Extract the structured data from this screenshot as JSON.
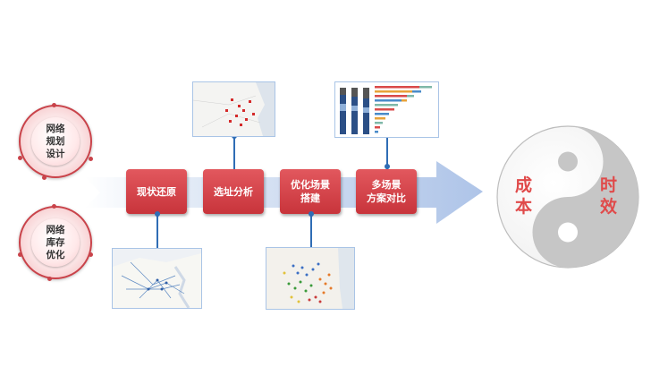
{
  "left_circles": [
    {
      "lines": [
        "网络",
        "规划",
        "设计"
      ]
    },
    {
      "lines": [
        "网络",
        "库存",
        "优化"
      ]
    }
  ],
  "steps": [
    {
      "lines": [
        "现状还原"
      ]
    },
    {
      "lines": [
        "选址分析"
      ]
    },
    {
      "lines": [
        "优化场景",
        "搭建"
      ]
    },
    {
      "lines": [
        "多场景",
        "方案对比"
      ]
    }
  ],
  "yinyang": {
    "left_text": [
      "成",
      "本"
    ],
    "right_text": [
      "时",
      "效"
    ]
  },
  "colors": {
    "step_red": "#d2434a",
    "arrow_blue": "#b7cbea",
    "connector_blue": "#2f6db5",
    "yin_gray": "#c4c4c4",
    "text_red": "#e04a4a"
  },
  "thumbnails": [
    {
      "name": "map-current-state",
      "content": "map"
    },
    {
      "name": "map-site-selection",
      "content": "map with red flags"
    },
    {
      "name": "map-scenario",
      "content": "clustered map"
    },
    {
      "name": "chart-scenario-comparison",
      "content": "bar charts"
    }
  ]
}
